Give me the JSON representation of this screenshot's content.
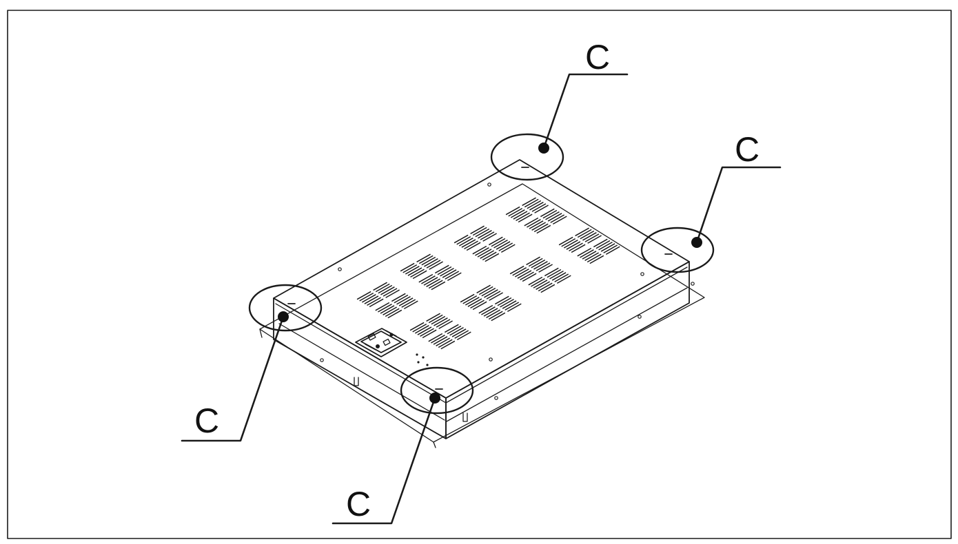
{
  "diagram": {
    "callouts": [
      {
        "id": "top",
        "label": "C"
      },
      {
        "id": "right",
        "label": "C"
      },
      {
        "id": "left",
        "label": "C"
      },
      {
        "id": "bottom",
        "label": "C"
      }
    ],
    "colors": {
      "line": "#1a1a1a",
      "background": "#ffffff"
    }
  }
}
